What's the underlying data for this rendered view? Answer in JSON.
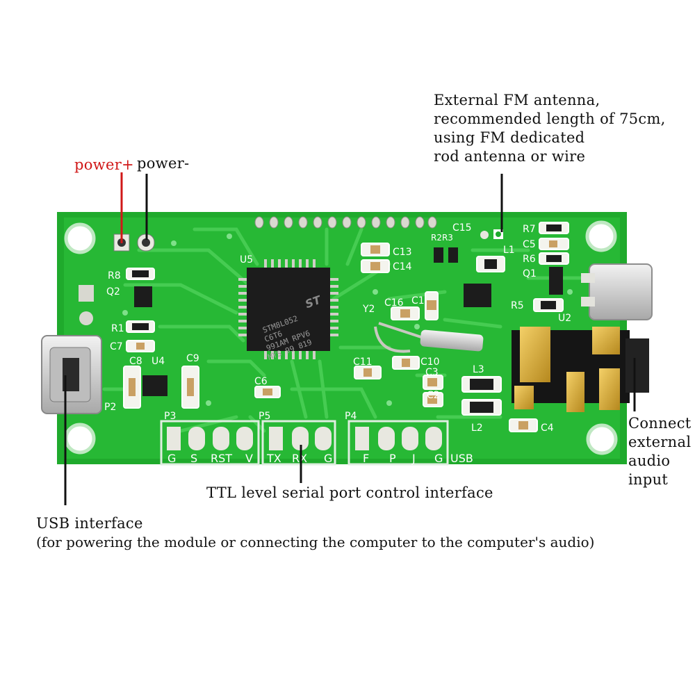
{
  "callouts": {
    "power_plus": "power+",
    "power_minus": "power-",
    "antenna": [
      "External FM antenna,",
      "recommended length of 75cm,",
      "using FM dedicated",
      "rod antenna or wire"
    ],
    "audio_input": [
      "Connect",
      "external",
      "audio",
      "input"
    ],
    "ttl": "TTL level serial port control interface",
    "usb_title": "USB interface",
    "usb_desc": "(for powering the module or connecting the computer to the computer's audio)"
  },
  "board": {
    "silkscreen": {
      "u5": "U5",
      "q2": "Q2",
      "r8": "R8",
      "r1": "R1",
      "c7": "C7",
      "c8": "C8",
      "u4": "U4",
      "c9": "C9",
      "c6": "C6",
      "p2": "P2",
      "p3": "P3",
      "p5": "P5",
      "p4": "P4",
      "c13": "C13",
      "c14": "C14",
      "r2r3": "R2R3",
      "c15": "C15",
      "l1": "L1",
      "r7": "R7",
      "c5": "C5",
      "r6": "R6",
      "q1": "Q1",
      "r5": "R5",
      "u2": "U2",
      "y2": "Y2",
      "c16": "C16",
      "c11": "C11",
      "c10": "C10",
      "c3": "C3",
      "c2": "C2",
      "l3": "L3",
      "l2": "L2",
      "c4": "C4",
      "c1": "C1"
    },
    "p3_pins": [
      "G",
      "S",
      "RST",
      "V"
    ],
    "p5_pins": [
      "TX",
      "RX",
      "G"
    ],
    "p4_pins": [
      "F",
      "P",
      "J",
      "G"
    ],
    "usb_text": "USB",
    "chip_marking": [
      "STM8L052",
      "C6T6",
      "991AM RPV6",
      "MYS 99 819"
    ],
    "chip_logo": "ST"
  },
  "colors": {
    "pcb": "#1faa2c",
    "trace": "#43c94f",
    "annotation_red": "#d01818"
  }
}
